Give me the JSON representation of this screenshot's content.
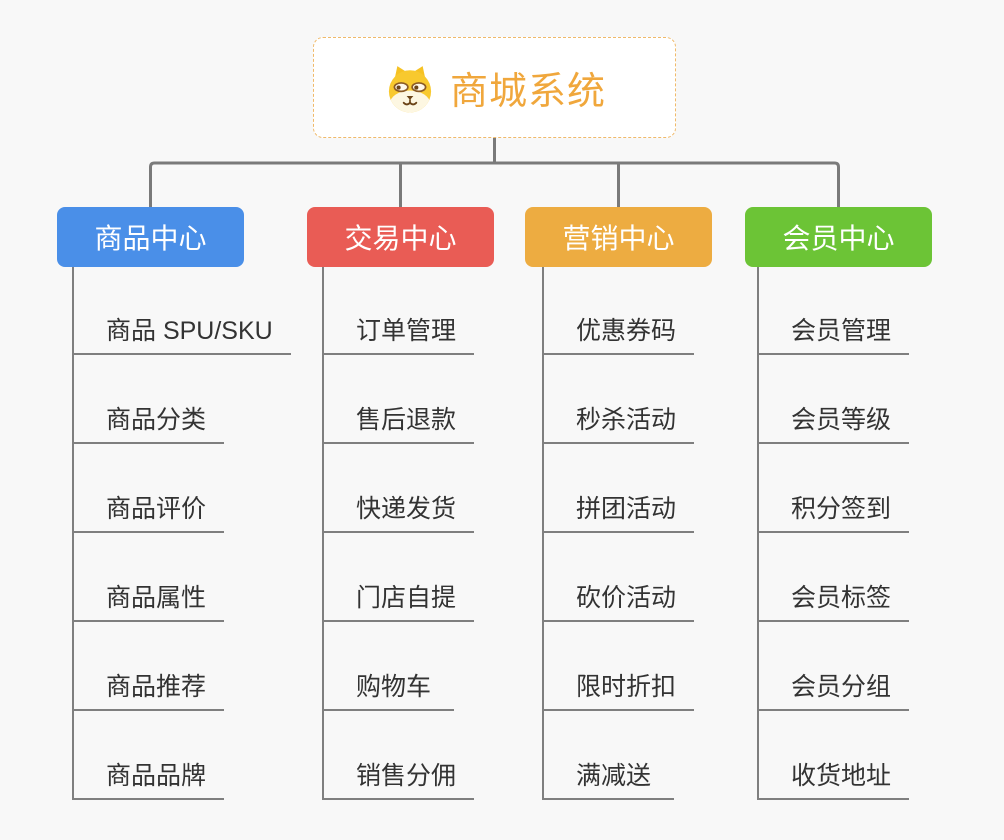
{
  "canvas": {
    "background": "#f8f8f8"
  },
  "connectors": {
    "color": "#7a7a7a",
    "leaf_line_color": "#7f7f7f"
  },
  "root": {
    "title": "商城系统",
    "icon": "shiba-dog-icon",
    "title_color": "#f0a73c",
    "border_color": "#f0ba6a",
    "background": "#ffffff"
  },
  "branches": [
    {
      "label": "商品中心",
      "color": "#4a8fe8",
      "children": [
        "商品 SPU/SKU",
        "商品分类",
        "商品评价",
        "商品属性",
        "商品推荐",
        "商品品牌"
      ]
    },
    {
      "label": "交易中心",
      "color": "#e95c55",
      "children": [
        "订单管理",
        "售后退款",
        "快递发货",
        "门店自提",
        "购物车",
        "销售分佣"
      ]
    },
    {
      "label": "营销中心",
      "color": "#edac41",
      "children": [
        "优惠券码",
        "秒杀活动",
        "拼团活动",
        "砍价活动",
        "限时折扣",
        "满减送"
      ]
    },
    {
      "label": "会员中心",
      "color": "#6cc436",
      "children": [
        "会员管理",
        "会员等级",
        "积分签到",
        "会员标签",
        "会员分组",
        "收货地址"
      ]
    }
  ],
  "leaf_text_color": "#333333"
}
